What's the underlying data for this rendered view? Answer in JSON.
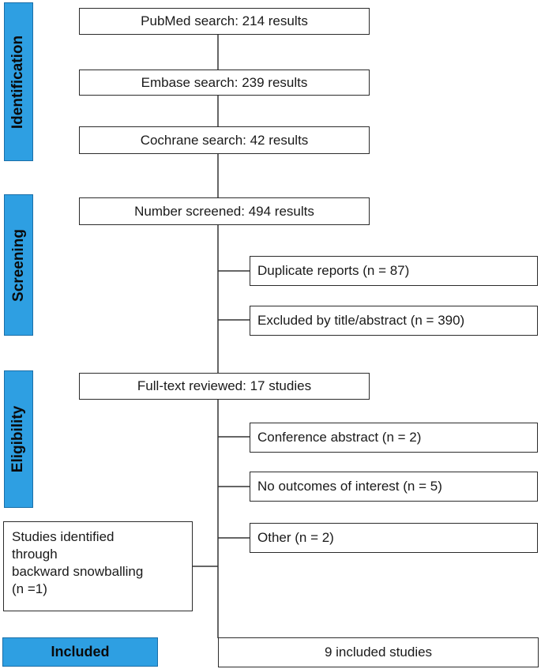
{
  "colors": {
    "stage_fill": "#2e9fe2",
    "stage_border": "#1a6ea8",
    "box_border": "#2b2b2b",
    "line": "#333333"
  },
  "stages": {
    "identification": "Identification",
    "screening": "Screening",
    "eligibility": "Eligibility",
    "included": "Included"
  },
  "identification": {
    "pubmed": "PubMed search: 214 results",
    "embase": "Embase search: 239 results",
    "cochrane": "Cochrane search: 42 results"
  },
  "screening": {
    "screened": "Number screened: 494 results",
    "exclusions": [
      "Duplicate reports (n = 87)",
      "Excluded by title/abstract (n = 390)"
    ]
  },
  "eligibility": {
    "fulltext": "Full-text reviewed: 17 studies",
    "exclusions": [
      "Conference abstract (n = 2)",
      "No outcomes of interest (n = 5)",
      "Other (n = 2)"
    ],
    "snowball_lines": [
      "Studies identified",
      "through",
      "backward snowballing",
      "(n =1)"
    ]
  },
  "included": {
    "result": "9 included studies"
  }
}
